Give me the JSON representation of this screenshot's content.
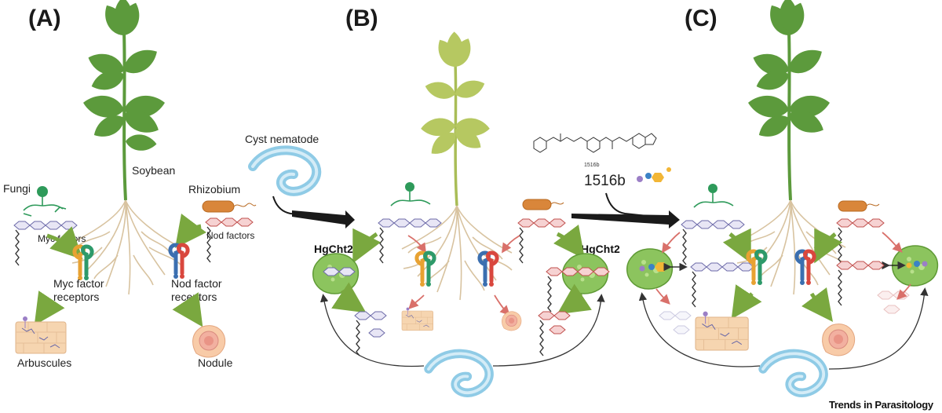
{
  "panels": {
    "a": "(A)",
    "b": "(B)",
    "c": "(C)"
  },
  "labels": {
    "soybean": "Soybean",
    "fungi": "Fungi",
    "rhizobium": "Rhizobium",
    "myc_factors": "Myc factors",
    "nod_factors": "Nod factors",
    "myc_receptors_1": "Myc factor",
    "myc_receptors_2": "receptors",
    "nod_receptors_1": "Nod factor",
    "nod_receptors_2": "receptors",
    "arbuscules": "Arbuscules",
    "nodule": "Nodule",
    "cyst_nematode": "Cyst nematode",
    "hgcht2_left": "HgCht2",
    "hgcht2_right": "HgCht2",
    "compound_small": "1516b",
    "compound_big": "1516b"
  },
  "footer": {
    "journal": "Trends in Parasitology"
  },
  "colors": {
    "leaf_dark": "#5c9a3c",
    "leaf_pale": "#b6c861",
    "root": "#d8c3a0",
    "arrow_green": "#7aa83f",
    "arrow_red": "#d9706a",
    "nematode": "#8fcbe6",
    "rhizobium": "#d9863a",
    "fungi": "#2e9a5a",
    "hgcht2": "#8cc45e"
  }
}
